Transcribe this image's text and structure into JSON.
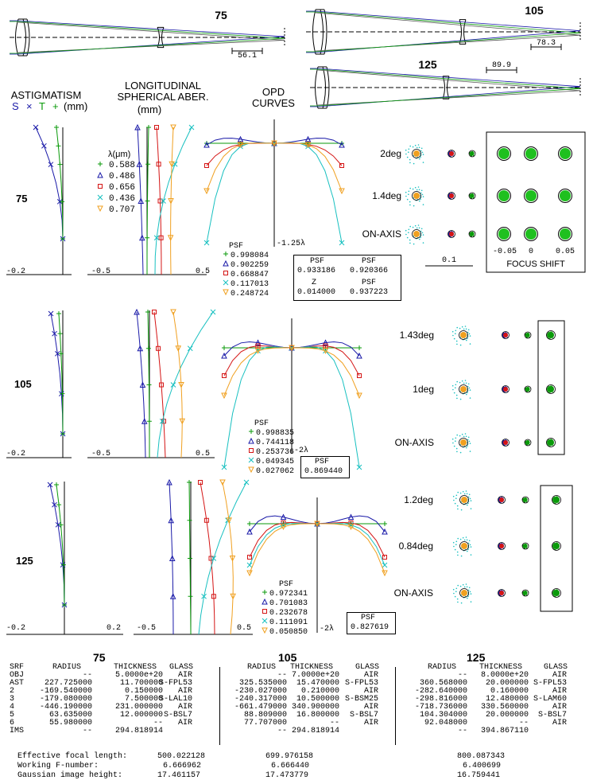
{
  "configs": [
    {
      "name": "75",
      "scale_bar": "56.1",
      "fields": [
        "2deg",
        "1.4deg",
        "ON-AXIS"
      ],
      "ast_min": "-0.2",
      "lsa_min": "-0.5",
      "lsa_max": "0.5",
      "opd_scale": "-1.25λ",
      "psf_label": "PSF",
      "psf_values": [
        "0.998084",
        "0.902259",
        "0.668847",
        "0.117013",
        "0.248724"
      ]
    },
    {
      "name": "105",
      "scale_bar": "78.3",
      "fields": [
        "1.43deg",
        "1deg",
        "ON-AXIS"
      ],
      "ast_min": "-0.2",
      "lsa_min": "-0.5",
      "lsa_max": "0.5",
      "opd_scale": "-2λ",
      "psf_label": "PSF",
      "psf_values": [
        "0.998835",
        "0.744118",
        "0.253736",
        "0.049345",
        "0.027062"
      ]
    },
    {
      "name": "125",
      "scale_bar": "89.9",
      "fields": [
        "1.2deg",
        "0.84deg",
        "ON-AXIS"
      ],
      "ast_min": "-0.2",
      "ast_max": "0.2",
      "lsa_min": "-0.5",
      "lsa_max": "0.5",
      "opd_scale": "-2λ",
      "psf_label": "PSF",
      "psf_values": [
        "0.972341",
        "0.701083",
        "0.232678",
        "0.111091",
        "0.050850"
      ]
    }
  ],
  "headers": {
    "astigmatism": "ASTIGMATISM",
    "astigmatism_legend": "S × T + (mm)",
    "lsa_line1": "LONGITUDINAL",
    "lsa_line2": "SPHERICAL ABER.",
    "lsa_line3": "(mm)",
    "opd_line1": "OPD",
    "opd_line2": "CURVES",
    "lambda_label": "λ(μm)"
  },
  "wavelengths": [
    {
      "symbol": "+",
      "value": "0.588",
      "color": "#0a9a0a"
    },
    {
      "symbol": "△",
      "value": "0.486",
      "color": "#1a1aa8"
    },
    {
      "symbol": "□",
      "value": "0.656",
      "color": "#d41414"
    },
    {
      "symbol": "×",
      "value": "0.436",
      "color": "#18c0c0"
    },
    {
      "symbol": "▽",
      "value": "0.707",
      "color": "#f0a020"
    }
  ],
  "psf_box_75": {
    "h1": "PSF",
    "h2": "PSF",
    "v1": "0.933186",
    "v2": "0.920366",
    "h3": "Z",
    "h4": "PSF",
    "v3": "0.014000",
    "v4": "0.937223"
  },
  "psf_box_105": {
    "h": "PSF",
    "v": "0.869440"
  },
  "psf_box_125": {
    "h": "PSF",
    "v": "0.827619"
  },
  "focus_shift": {
    "ticks": [
      "-0.05",
      "0",
      "0.05"
    ],
    "label": "FOCUS SHIFT",
    "spot_scale": "0.1"
  },
  "table": {
    "col_headers": {
      "srf": "SRF",
      "radius": "RADIUS",
      "thickness": "THICKNESS",
      "glass": "GLASS"
    },
    "surfaces": [
      "OBJ",
      "AST",
      "2",
      "3",
      "4",
      "5",
      "6",
      "IMS"
    ],
    "rows_75": [
      [
        "--",
        "5.0000e+20",
        "AIR"
      ],
      [
        "227.725000",
        "11.700000",
        "S-FPL53"
      ],
      [
        "-169.540000",
        "0.150000",
        "AIR"
      ],
      [
        "-179.080000",
        "7.500000",
        "S-LAL10"
      ],
      [
        "-446.190000",
        "231.000000",
        "AIR"
      ],
      [
        "63.635000",
        "12.000000",
        "S-BSL7"
      ],
      [
        "55.980000",
        "--",
        "AIR"
      ],
      [
        "--",
        "294.818914",
        ""
      ]
    ],
    "rows_105": [
      [
        "--",
        "7.0000e+20",
        "AIR"
      ],
      [
        "325.535000",
        "15.470000",
        "S-FPL53"
      ],
      [
        "-230.027000",
        "0.210000",
        "AIR"
      ],
      [
        "-240.317000",
        "10.500000",
        "S-BSM25"
      ],
      [
        "-661.479000",
        "340.900000",
        "AIR"
      ],
      [
        "88.809000",
        "16.800000",
        "S-BSL7"
      ],
      [
        "77.707000",
        "--",
        "AIR"
      ],
      [
        "--",
        "294.818914",
        ""
      ]
    ],
    "rows_125": [
      [
        "--",
        "8.0000e+20",
        "AIR"
      ],
      [
        "360.568000",
        "20.000000",
        "S-FPL53"
      ],
      [
        "-282.640000",
        "0.160000",
        "AIR"
      ],
      [
        "-298.816000",
        "12.480000",
        "S-LAM60"
      ],
      [
        "-718.736000",
        "330.560000",
        "AIR"
      ],
      [
        "104.304000",
        "20.000000",
        "S-BSL7"
      ],
      [
        "92.048000",
        "--",
        "AIR"
      ],
      [
        "--",
        "394.867110",
        ""
      ]
    ]
  },
  "footer": {
    "efl_label": "Effective focal length:",
    "fno_label": "Working F-number:",
    "img_label": "Gaussian image height:",
    "efl": [
      "500.022128",
      "699.976158",
      "800.087343"
    ],
    "fno": [
      "6.666962",
      "6.666440",
      "6.400699"
    ],
    "img": [
      "17.461157",
      "17.473779",
      "16.759441"
    ]
  }
}
